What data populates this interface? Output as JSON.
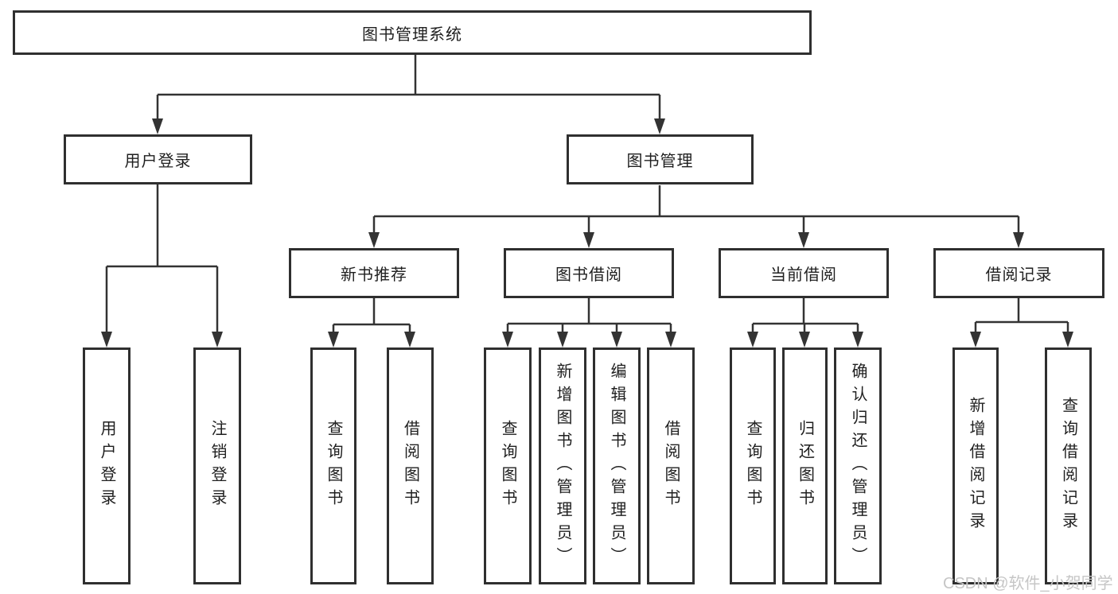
{
  "diagram": {
    "title": "图书管理系统",
    "level2": [
      "用户登录",
      "图书管理"
    ],
    "level3": [
      "新书推荐",
      "图书借阅",
      "当前借阅",
      "借阅记录"
    ],
    "leaves": {
      "user": [
        "用户登录",
        "注销登录"
      ],
      "new_books": [
        "查询图书",
        "借阅图书"
      ],
      "book_borrow": [
        "查询图书",
        "新增图书（管理员）",
        "编辑图书（管理员）",
        "借阅图书"
      ],
      "current_borrow": [
        "查询图书",
        "归还图书",
        "确认归还（管理员）"
      ],
      "borrow_records": [
        "新增借阅记录",
        "查询借阅记录"
      ]
    }
  },
  "watermark": {
    "text": "CSDN @软件_小贺同学"
  },
  "colors": {
    "line": "#333333",
    "box_border": "#2f2f2f",
    "box_fill": "#ffffff",
    "text": "#1f1f1f",
    "watermark": "#c6c6c6",
    "background": "#ffffff"
  }
}
